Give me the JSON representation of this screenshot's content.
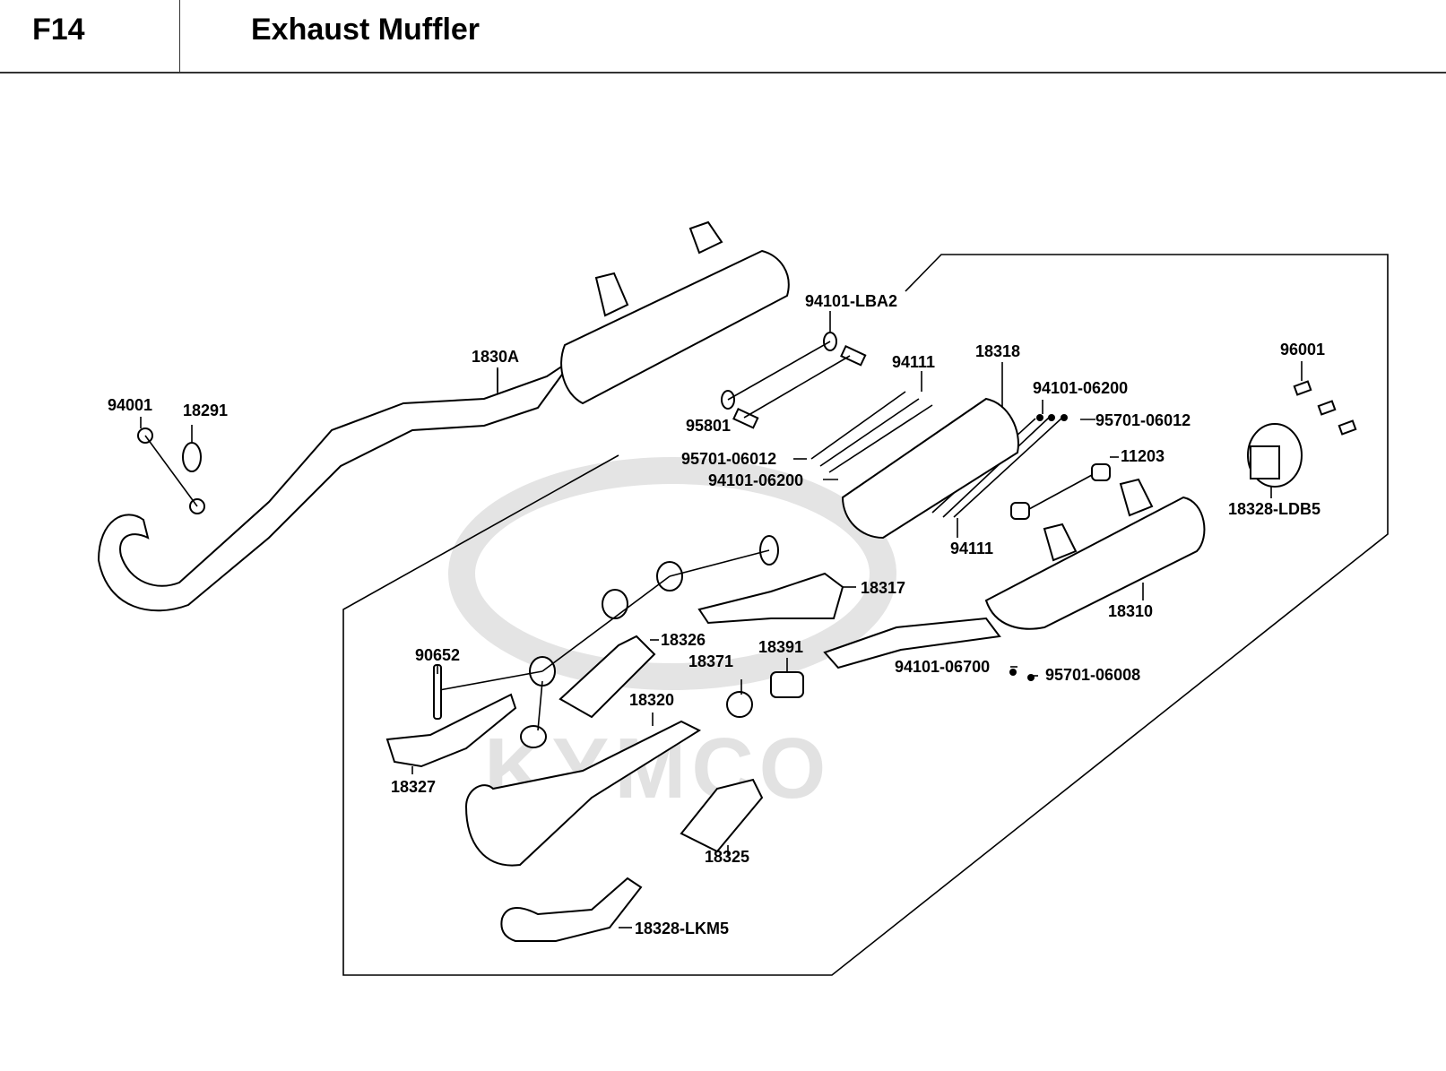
{
  "header": {
    "section_code": "F14",
    "title": "Exhaust Muffler"
  },
  "watermark": {
    "brand": "KYMCO"
  },
  "parts": [
    {
      "id": "p1",
      "label": "94001"
    },
    {
      "id": "p2",
      "label": "18291"
    },
    {
      "id": "p3",
      "label": "1830A"
    },
    {
      "id": "p4",
      "label": "94101-LBA2"
    },
    {
      "id": "p5",
      "label": "95801"
    },
    {
      "id": "p6",
      "label": "94111"
    },
    {
      "id": "p7",
      "label": "18318"
    },
    {
      "id": "p8",
      "label": "94101-06200"
    },
    {
      "id": "p9",
      "label": "95701-06012"
    },
    {
      "id": "p10",
      "label": "95701-06012"
    },
    {
      "id": "p11",
      "label": "94101-06200"
    },
    {
      "id": "p12",
      "label": "11203"
    },
    {
      "id": "p13",
      "label": "94111"
    },
    {
      "id": "p14",
      "label": "96001"
    },
    {
      "id": "p15",
      "label": "18328-LDB5"
    },
    {
      "id": "p16",
      "label": "18317"
    },
    {
      "id": "p17",
      "label": "18310"
    },
    {
      "id": "p18",
      "label": "18326"
    },
    {
      "id": "p19",
      "label": "18371"
    },
    {
      "id": "p20",
      "label": "18391"
    },
    {
      "id": "p21",
      "label": "90652"
    },
    {
      "id": "p22",
      "label": "18320"
    },
    {
      "id": "p23",
      "label": "94101-06700"
    },
    {
      "id": "p24",
      "label": "95701-06008"
    },
    {
      "id": "p25",
      "label": "18327"
    },
    {
      "id": "p26",
      "label": "18325"
    },
    {
      "id": "p27",
      "label": "18328-LKM5"
    }
  ]
}
